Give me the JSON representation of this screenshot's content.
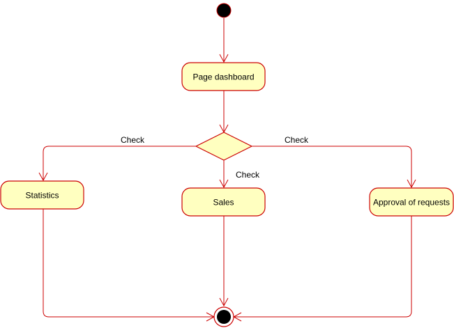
{
  "colors": {
    "line": "#cc0000",
    "node_fill": "#ffffc0",
    "terminal_fill": "#000000"
  },
  "nodes": {
    "start": {
      "type": "initial-node"
    },
    "page_dashboard": {
      "label": "Page dashboard"
    },
    "decision": {
      "type": "decision-node"
    },
    "statistics": {
      "label": "Statistics"
    },
    "sales": {
      "label": "Sales"
    },
    "approval": {
      "label": "Approval of requests"
    },
    "end": {
      "type": "final-node"
    }
  },
  "edges": {
    "to_statistics": {
      "label": "Check"
    },
    "to_sales": {
      "label": "Check"
    },
    "to_approval": {
      "label": "Check"
    }
  }
}
